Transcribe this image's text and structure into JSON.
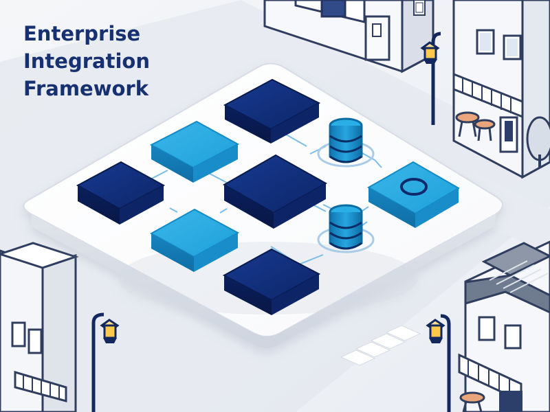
{
  "title": {
    "lines": [
      "Enterprise",
      "Integration",
      "Framework"
    ]
  },
  "palette": {
    "navy": "#0f2a72",
    "navy_dark": "#0a1d52",
    "blue": "#20a2db",
    "blue_dark": "#1577ad",
    "platform": "#ffffff",
    "ground": "#eef0f4",
    "road": "#dfe4ec",
    "building": "#edf1f6",
    "outline": "#2e3d5f"
  },
  "icons": {
    "database": "database-icon",
    "service": "service-module-icon",
    "lamp": "street-lamp-icon",
    "tree": "tree-icon"
  }
}
